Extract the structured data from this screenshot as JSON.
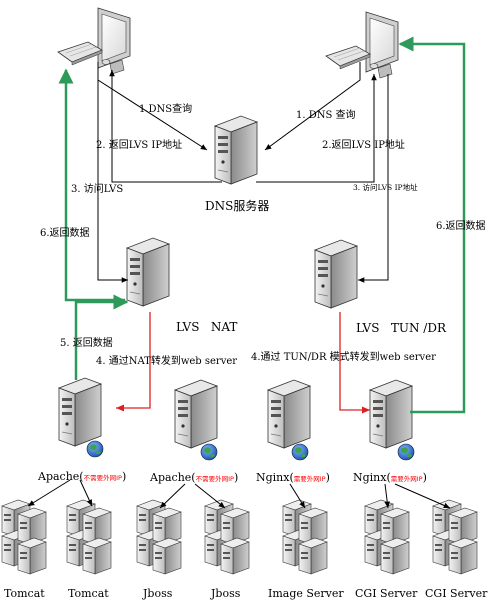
{
  "nodes": {
    "dns_server": "DNS服务器",
    "lvs_nat": "LVS   NAT",
    "lvs_tun_dr": "LVS   TUN /DR",
    "apache1_name": "Apache(",
    "apache1_note": "不需要外网IP",
    "apache2_name": "Apache(",
    "apache2_note": "不需要外网IP",
    "nginx1_name": "Nginx(",
    "nginx1_note": "需要外网IP",
    "nginx2_name": "Nginx(",
    "nginx2_note": "需要外网IP",
    "close_paren": ")",
    "leaves": [
      "Tomcat",
      "Tomcat",
      "Jboss",
      "Jboss",
      "Image Server",
      "CGI Server",
      "CGI Server"
    ]
  },
  "left_flow": {
    "step1": "1.DNS查询",
    "step2": "2. 返回LVS IP地址",
    "step3": "3. 访问LVS",
    "step4": "4. 通过NAT转发到web server",
    "step5": "5. 返回数据",
    "step6": "6.返回数据"
  },
  "right_flow": {
    "step1": "1. DNS 查询",
    "step2": "2.返回LVS IP地址",
    "step3": "3. 访问LVS IP地址",
    "step4": "4.通过 TUN/DR 模式转发到web server",
    "step6": "6.返回数据"
  },
  "colors": {
    "red_arrow": "#e02020",
    "green_arrow": "#2e9a5a",
    "black_line": "#000000"
  }
}
